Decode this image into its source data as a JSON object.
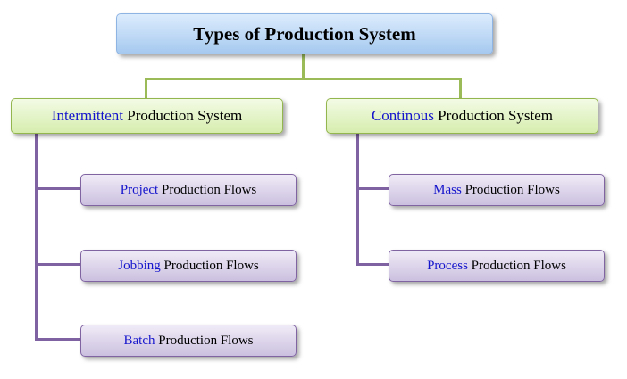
{
  "diagram": {
    "root": {
      "label": "Types of Production System"
    },
    "branches": [
      {
        "highlight": "Intermittent",
        "rest": " Production System",
        "children": [
          {
            "highlight": "Project",
            "rest": " Production Flows"
          },
          {
            "highlight": "Jobbing",
            "rest": " Production Flows"
          },
          {
            "highlight": "Batch",
            "rest": " Production Flows"
          }
        ]
      },
      {
        "highlight": "Continous",
        "rest": " Production System",
        "children": [
          {
            "highlight": "Mass",
            "rest": " Production Flows"
          },
          {
            "highlight": "Process",
            "rest": " Production Flows"
          }
        ]
      }
    ],
    "colors": {
      "root_fill_top": "#dcecfd",
      "root_fill_bottom": "#a6c9ef",
      "branch_fill_top": "#f3fbe5",
      "branch_fill_bottom": "#d6edae",
      "leaf_fill_top": "#f0ebf7",
      "leaf_fill_bottom": "#cbc0df",
      "highlight_text": "#1515cc",
      "green_connector": "#9bbb59",
      "purple_connector": "#7e62a1"
    }
  }
}
